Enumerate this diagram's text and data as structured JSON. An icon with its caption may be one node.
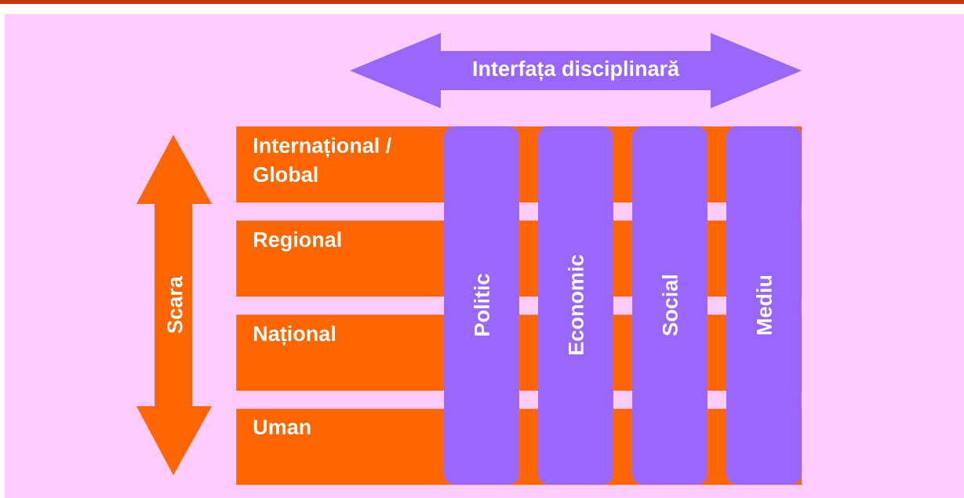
{
  "diagram": {
    "nodes": [
      {
        "text": [
          "Interfața disciplinară"
        ]
      },
      {
        "text": [
          "Scara"
        ]
      },
      {
        "text": [
          "Internațional / Global"
        ]
      },
      {
        "text": [
          "Regional"
        ]
      },
      {
        "text": [
          "Național"
        ]
      },
      {
        "text": [
          "Uman"
        ]
      },
      {
        "text": [
          "Politic"
        ]
      },
      {
        "text": [
          "Economic"
        ]
      },
      {
        "text": [
          "Social"
        ]
      },
      {
        "text": [
          "Mediu"
        ]
      }
    ]
  }
}
